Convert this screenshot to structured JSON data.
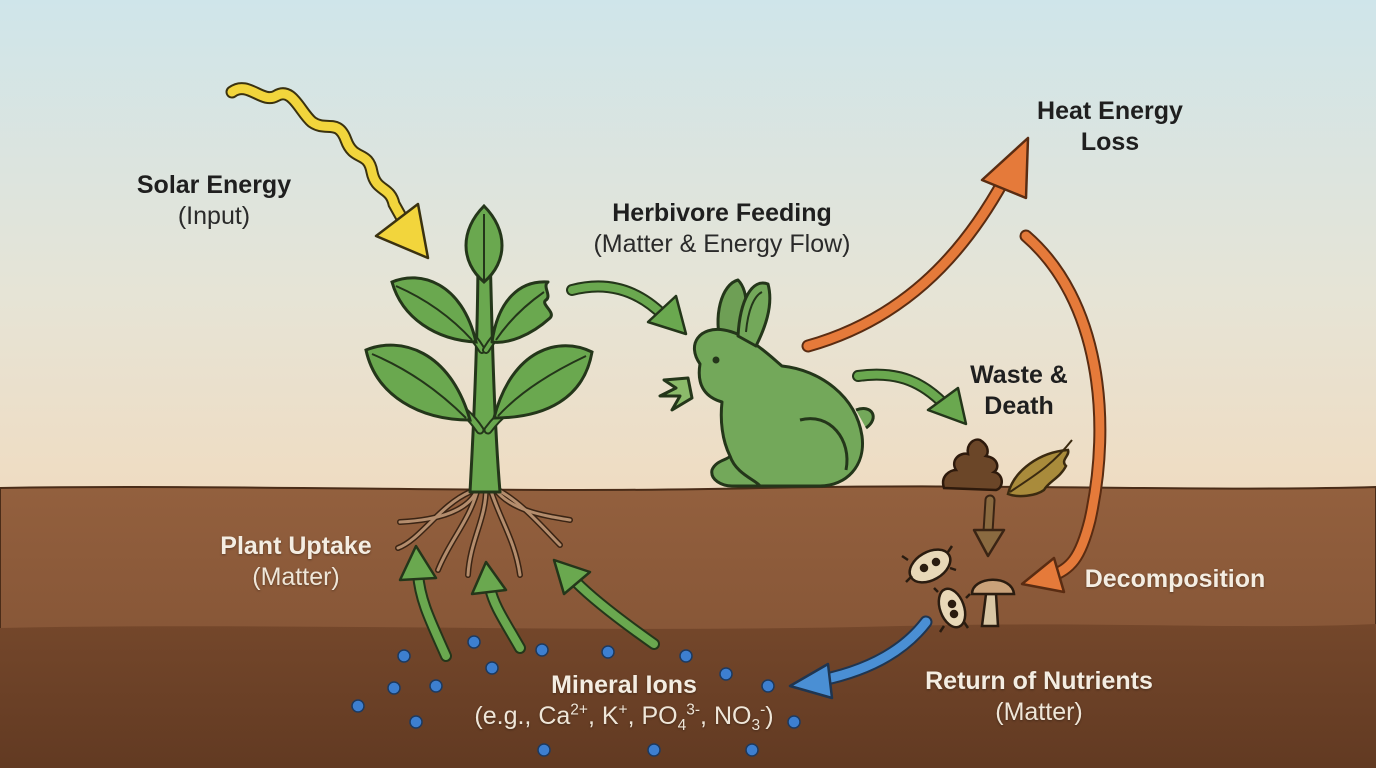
{
  "labels": {
    "solar": {
      "title": "Solar Energy",
      "sub": "(Input)"
    },
    "herbivore": {
      "title": "Herbivore Feeding",
      "sub": "(Matter & Energy Flow)"
    },
    "heat": {
      "line1": "Heat Energy",
      "line2": "Loss"
    },
    "waste": {
      "line1": "Waste &",
      "line2": "Death"
    },
    "plant_uptake": {
      "title": "Plant Uptake",
      "sub": "(Matter)"
    },
    "decomposition": {
      "title": "Decomposition"
    },
    "minerals": {
      "title": "Mineral Ions",
      "sub_prefix": "(e.g., Ca",
      "ca_sup": "2+",
      "k_text": ", K",
      "k_sup": "+",
      "p_text": ", PO",
      "p_sub": "4",
      "p_sup": "3-",
      "n_text": ", NO",
      "n_sub": "3",
      "n_sup": "-",
      "close": ")"
    },
    "nutrients": {
      "title": "Return of Nutrients",
      "sub": "(Matter)"
    }
  },
  "colors": {
    "sky_top": "#cfe5ea",
    "sky_bottom": "#ecdcc3",
    "soil_top": "#8f5d3d",
    "soil_bottom": "#6e4429",
    "plant_green": "#6aa84f",
    "rabbit_green": "#73a85a",
    "solar_yellow": "#f2d53c",
    "heat_orange": "#e57a3a",
    "nutrient_blue": "#4a8fd4",
    "ion_blue": "#3d7fd0"
  }
}
